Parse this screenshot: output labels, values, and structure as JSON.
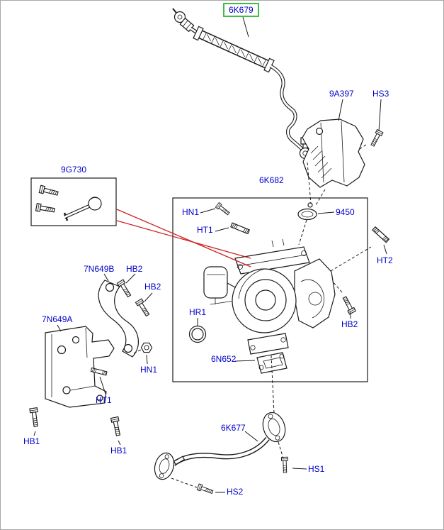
{
  "colors": {
    "label_text": "#0000cc",
    "highlight_border": "#3dc03d",
    "line": "#1a1a1a",
    "callout": "#cc2222",
    "background": "#ffffff"
  },
  "parts": {
    "oil_feed_pipe": "6K679",
    "heat_shield": "9A397",
    "screw_hs3": "HS3",
    "fitting_kit": "9G730",
    "turbocharger_assy": "6K682",
    "nut_turbo": "HN1",
    "stud_turbo": "HT1",
    "gasket_oil_feed": "9450",
    "stud_manifold": "HT2",
    "bracket_upper": "7N649B",
    "bolt_bracket_a": "HB2",
    "bolt_bracket_b": "HB2",
    "bracket_lower": "7N649A",
    "o_ring": "HR1",
    "bolt_turbo": "HB2",
    "nut_bracket": "HN1",
    "gasket_oil_drain": "6N652",
    "stud_bracket": "HT1",
    "bolt_lower_a": "HB1",
    "bolt_lower_b": "HB1",
    "oil_drain_pipe": "6K677",
    "screw_hs1": "HS1",
    "screw_hs2": "HS2"
  }
}
